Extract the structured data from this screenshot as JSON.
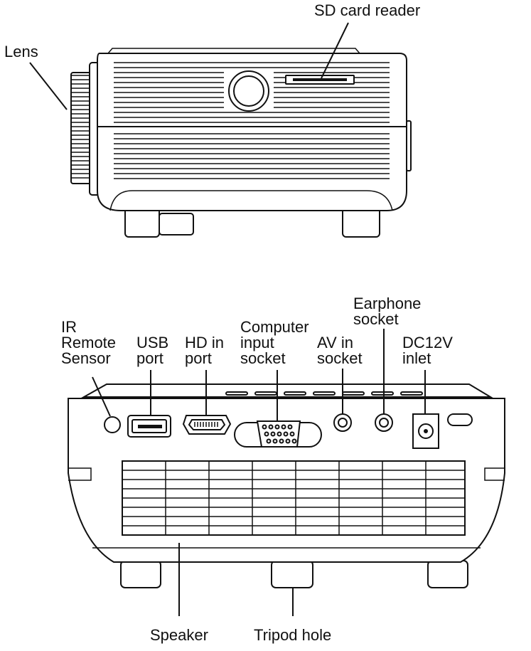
{
  "side_view": {
    "labels": {
      "lens": "Lens",
      "sd_card_reader": "SD card reader"
    }
  },
  "back_view": {
    "labels": {
      "ir_remote_sensor": [
        "IR",
        "Remote",
        "Sensor"
      ],
      "usb_port": [
        "USB",
        "port"
      ],
      "hd_in_port": [
        "HD in",
        "port"
      ],
      "computer_input_socket": [
        "Computer",
        "input",
        "socket"
      ],
      "av_in_socket": [
        "AV in",
        "socket"
      ],
      "earphone_socket": [
        "Earphone",
        "socket"
      ],
      "dc12v_inlet": [
        "DC12V",
        "inlet"
      ],
      "speaker": "Speaker",
      "tripod_hole": "Tripod hole"
    }
  }
}
